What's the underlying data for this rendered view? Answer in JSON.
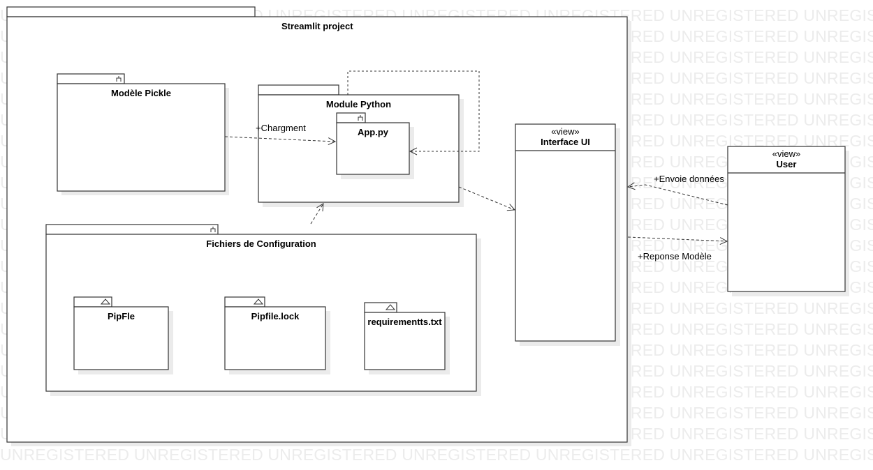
{
  "watermark": {
    "text": "UNREGISTERED UNREGISTERED UNREGISTERED UNREGISTERED UNREGISTERED UNREGISTERED UNREGISTERED",
    "color": "#ececec"
  },
  "packages": {
    "streamlit_project": {
      "title": "Streamlit project"
    },
    "modele_pickle": {
      "title": "Modèle Pickle"
    },
    "module_python": {
      "title": "Module Python"
    },
    "app_py": {
      "title": "App.py"
    },
    "fichiers_config": {
      "title": "Fichiers de Configuration"
    },
    "pipfile": {
      "title": "PipFle"
    },
    "pipfile_lock": {
      "title": "Pipfile.lock"
    },
    "requirements": {
      "title": "requirementts.txt"
    }
  },
  "classes": {
    "interface_ui": {
      "stereotype": "«view»",
      "name": "Interface UI"
    },
    "user": {
      "stereotype": "«view»",
      "name": "User"
    }
  },
  "relations": {
    "chargement": "+Chargment",
    "envoie_donnees": "+Envoie données",
    "reponse_modele": "+Reponse Modèle"
  },
  "colors": {
    "line": "#333333",
    "shadow": "#ebebeb",
    "fill": "#ffffff"
  }
}
